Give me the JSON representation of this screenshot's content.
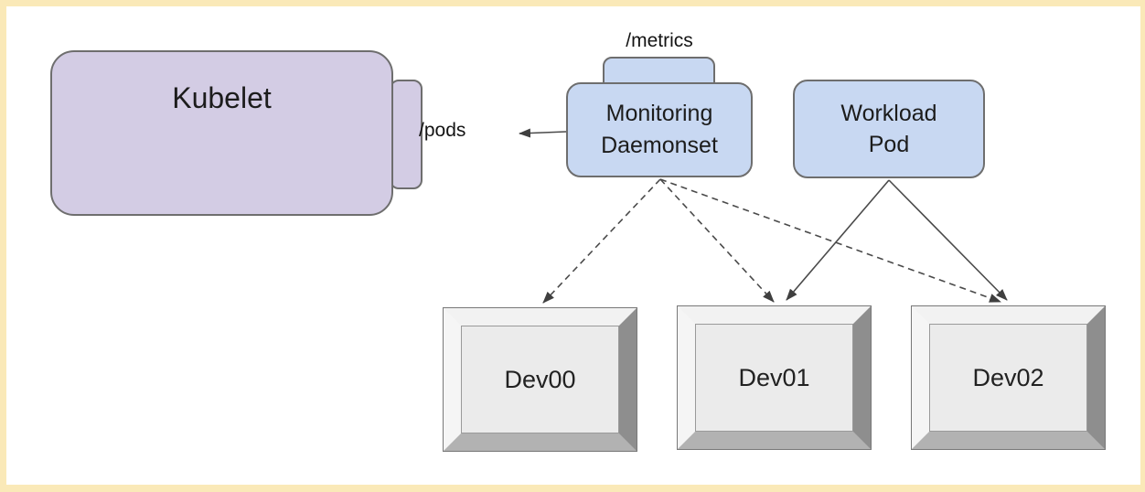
{
  "diagram": {
    "title_hint": "Kubernetes device monitoring topology",
    "colors": {
      "frame_background": "#fae9b8",
      "canvas_background": "#ffffff",
      "kubelet_fill": "#d3cce4",
      "pod_fill": "#c8d8f2",
      "node_stroke": "#6e6e6e",
      "device_face": "#ebebeb",
      "device_bevel_dark": "#8e8e8e",
      "arrow": "#4a4a4a"
    },
    "nodes": {
      "kubelet": {
        "label": "Kubelet",
        "endpoint_label": "/pods"
      },
      "monitoring_daemonset": {
        "label_line1": "Monitoring",
        "label_line2": "Daemonset",
        "endpoint_label": "/metrics"
      },
      "workload_pod": {
        "label_line1": "Workload",
        "label_line2": "Pod"
      }
    },
    "devices": [
      {
        "label": "Dev00"
      },
      {
        "label": "Dev01"
      },
      {
        "label": "Dev02"
      }
    ],
    "edges": [
      {
        "from": "monitoring_daemonset",
        "to": "kubelet /pods",
        "style": "solid-arrow"
      },
      {
        "from": "monitoring_daemonset",
        "to": "Dev00",
        "style": "dashed-arrow"
      },
      {
        "from": "monitoring_daemonset",
        "to": "Dev01",
        "style": "dashed-arrow"
      },
      {
        "from": "monitoring_daemonset",
        "to": "Dev02",
        "style": "dashed-arrow"
      },
      {
        "from": "workload_pod",
        "to": "Dev01",
        "style": "solid-arrow"
      },
      {
        "from": "workload_pod",
        "to": "Dev02",
        "style": "solid-arrow"
      }
    ]
  }
}
